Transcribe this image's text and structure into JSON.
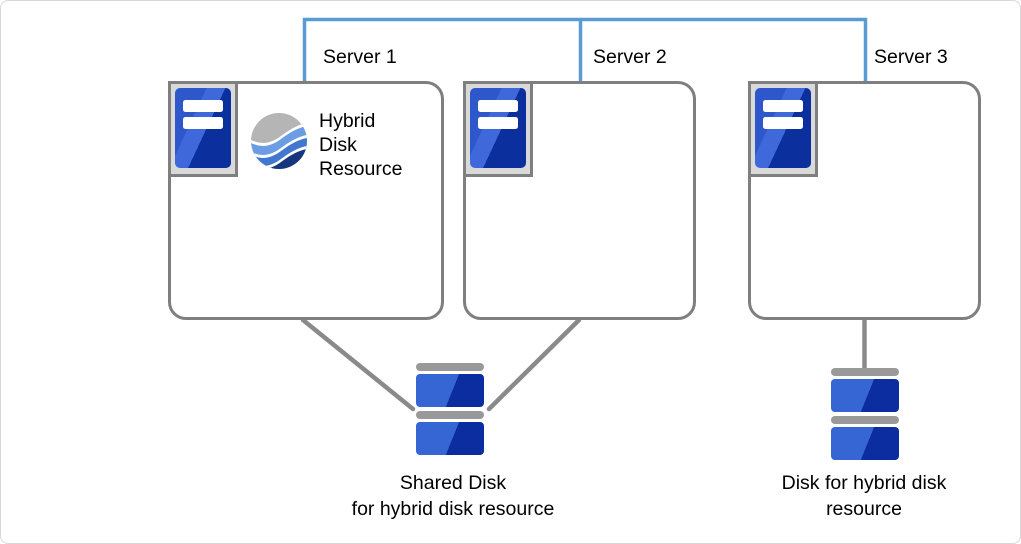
{
  "diagram": {
    "servers": [
      {
        "label": "Server 1"
      },
      {
        "label": "Server 2"
      },
      {
        "label": "Server 3"
      }
    ],
    "hybrid_resource": {
      "line1": "Hybrid",
      "line2": "Disk",
      "line3": "Resource"
    },
    "shared_disk_label": {
      "line1": "Shared Disk",
      "line2": "for hybrid disk resource"
    },
    "hybrid_disk_label": {
      "line1": "Disk for hybrid disk",
      "line2": "resource"
    },
    "colors": {
      "network_line_blue": "#5b9bd5",
      "box_border_gray": "#7f7f7f",
      "connector_gray": "#8a8a8a",
      "server_icon_blue": "#2e57cb",
      "server_icon_blue_dark": "#0c2f9e",
      "server_icon_frame_gray": "#d9d9d9",
      "disk_blue_light": "#3566d4",
      "disk_blue_dark": "#0b2da0",
      "disk_cap_gray": "#999999",
      "logo_gray": "#b5b5b5",
      "logo_light_blue": "#6b9ce4",
      "logo_mid_blue": "#4377cf",
      "logo_navy": "#16377e",
      "text_black": "#000000"
    }
  }
}
